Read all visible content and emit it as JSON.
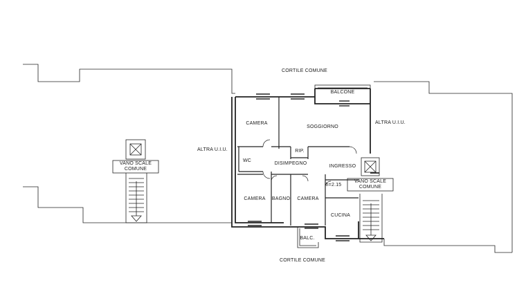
{
  "labels": {
    "cortile_top": "CORTILE COMUNE",
    "cortile_bottom": "CORTILE COMUNE",
    "altra_left": "ALTRA U.I.U.",
    "altra_right": "ALTRA U.I.U.",
    "balcone": "BALCONE",
    "camera_top": "CAMERA",
    "soggiorno": "SOGGIORNO",
    "rip": "RIP.",
    "wc": "WC",
    "disimpegno": "DISIMPEGNO",
    "ingresso": "INGRESSO",
    "camera_bl": "CAMERA",
    "bagno": "BAGNO",
    "camera_bm": "CAMERA",
    "cucina": "CUCINA",
    "balc": "BALC.",
    "height": "h=2.15",
    "vano_left_1": "VANO SCALE",
    "vano_left_2": "COMUNE",
    "vano_right_1": "VANO SCALE",
    "vano_right_2": "COMUNE"
  }
}
